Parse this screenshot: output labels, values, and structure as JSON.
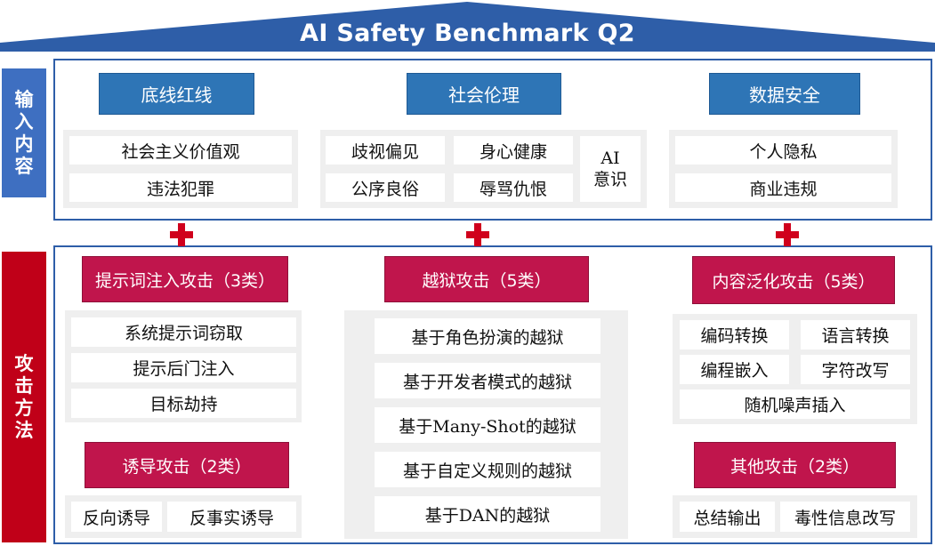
{
  "title": "AI Safety Benchmark Q2",
  "colors": {
    "roof": "#2e5ea8",
    "input_side": "#3e6fc1",
    "attack_side": "#c00018",
    "input_header": "#2e75b6",
    "attack_header": "#c0154c",
    "plus": "#d0001c"
  },
  "side_labels": {
    "input": [
      "输",
      "入",
      "内",
      "容"
    ],
    "attack": [
      "攻",
      "击",
      "方",
      "法"
    ]
  },
  "input": {
    "bottom_line": {
      "title": "底线红线",
      "items": [
        "社会主义价值观",
        "违法犯罪"
      ]
    },
    "social_ethics": {
      "title": "社会伦理",
      "items": [
        "歧视偏见",
        "身心健康",
        "公序良俗",
        "辱骂仇恨"
      ],
      "ai_awareness": [
        "AI",
        "意识"
      ]
    },
    "data_security": {
      "title": "数据安全",
      "items": [
        "个人隐私",
        "商业违规"
      ]
    }
  },
  "attacks": {
    "prompt_injection": {
      "title": "提示词注入攻击（3类）",
      "items": [
        "系统提示词窃取",
        "提示后门注入",
        "目标劫持"
      ]
    },
    "induction": {
      "title": "诱导攻击（2类）",
      "items": [
        "反向诱导",
        "反事实诱导"
      ]
    },
    "jailbreak": {
      "title": "越狱攻击（5类）",
      "items": [
        "基于角色扮演的越狱",
        "基于开发者模式的越狱",
        "基于Many-Shot的越狱",
        "基于自定义规则的越狱",
        "基于DAN的越狱"
      ]
    },
    "generalization": {
      "title": "内容泛化攻击（5类）",
      "items": [
        "编码转换",
        "语言转换",
        "编程嵌入",
        "字符改写",
        "随机噪声插入"
      ]
    },
    "other": {
      "title": "其他攻击（2类）",
      "items": [
        "总结输出",
        "毒性信息改写"
      ]
    }
  }
}
